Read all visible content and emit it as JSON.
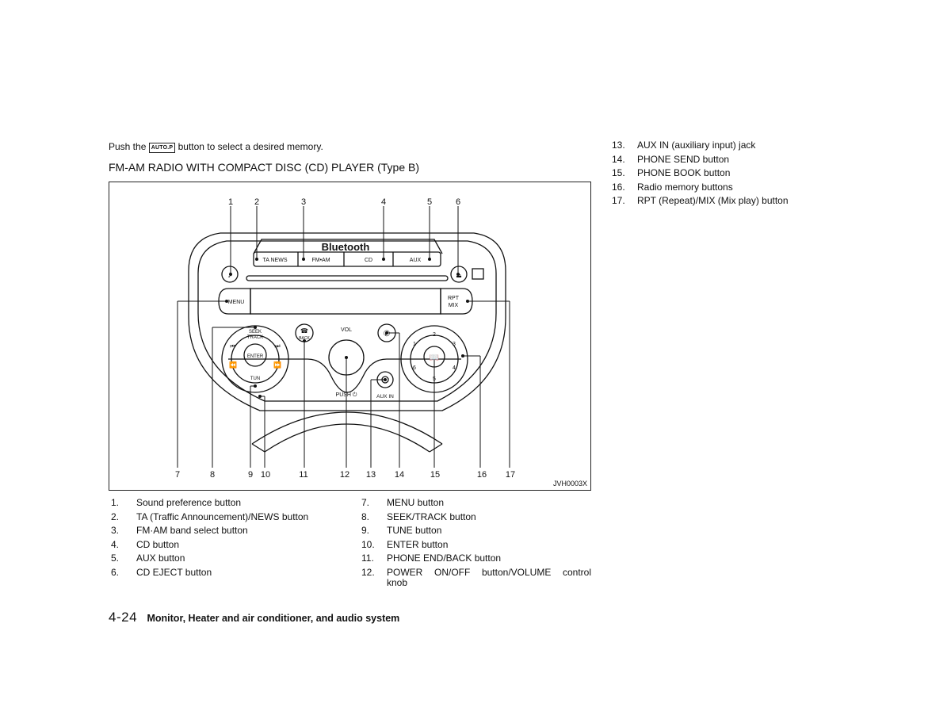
{
  "intro": {
    "before": "Push the",
    "button": "AUTO.P",
    "after": "button to select a desired memory."
  },
  "section_title": "FM-AM RADIO WITH COMPACT DISC (CD) PLAYER (Type B)",
  "figure": {
    "code": "JVH0003X",
    "brand": "Bluetooth",
    "buttons": {
      "ta_news": "TA NEWS",
      "fm_am": "FM•AM",
      "cd": "CD",
      "aux": "AUX",
      "menu": "MENU",
      "rpt": "RPT",
      "mix": "MIX",
      "seek": "SEEK",
      "track": "TRACK",
      "enter": "ENTER",
      "tun": "TUN",
      "back": "BACK",
      "vol": "VOL",
      "push": "PUSH ⏻",
      "aux_in": "AUX IN",
      "presets": [
        "1",
        "2",
        "3",
        "4",
        "5",
        "6"
      ]
    },
    "callouts": [
      "1",
      "2",
      "3",
      "4",
      "5",
      "6",
      "7",
      "8",
      "9",
      "10",
      "11",
      "12",
      "13",
      "14",
      "15",
      "16",
      "17"
    ]
  },
  "legend_left": [
    {
      "num": "1.",
      "text": "Sound preference button"
    },
    {
      "num": "2.",
      "text": "TA (Traffic Announcement)/NEWS button"
    },
    {
      "num": "3.",
      "text": "FM·AM band select button"
    },
    {
      "num": "4.",
      "text": "CD button"
    },
    {
      "num": "5.",
      "text": "AUX button"
    },
    {
      "num": "6.",
      "text": "CD EJECT button"
    }
  ],
  "legend_mid": [
    {
      "num": "7.",
      "text": "MENU button"
    },
    {
      "num": "8.",
      "text": "SEEK/TRACK button"
    },
    {
      "num": "9.",
      "text": "TUNE button"
    },
    {
      "num": "10.",
      "text": "ENTER button"
    },
    {
      "num": "11.",
      "text": "PHONE END/BACK button"
    },
    {
      "num": "12.",
      "text": "POWER ON/OFF button/VOLUME control",
      "text2": "knob"
    }
  ],
  "legend_right": [
    {
      "num": "13.",
      "text": "AUX IN (auxiliary input) jack"
    },
    {
      "num": "14.",
      "text": "PHONE SEND button"
    },
    {
      "num": "15.",
      "text": "PHONE BOOK button"
    },
    {
      "num": "16.",
      "text": "Radio memory buttons"
    },
    {
      "num": "17.",
      "text": "RPT (Repeat)/MIX (Mix play) button"
    }
  ],
  "footer": {
    "page": "4-24",
    "title": "Monitor, Heater and air conditioner, and audio system"
  }
}
